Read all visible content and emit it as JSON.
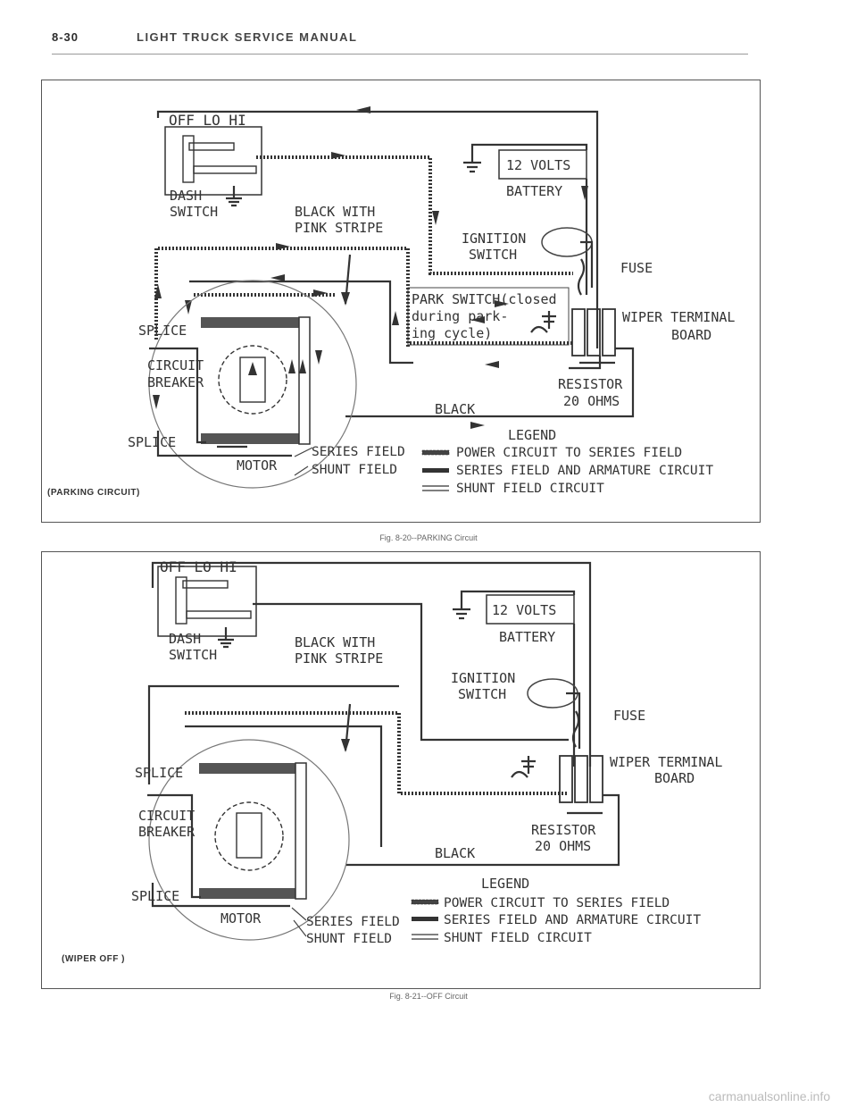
{
  "header": {
    "page_number": "8-30",
    "title": "LIGHT TRUCK SERVICE MANUAL"
  },
  "figures": [
    {
      "mode_label": "(PARKING CIRCUIT)",
      "caption": "Fig. 8-20--PARKING Circuit",
      "switch_positions": "OFF  LO  HI",
      "dash_switch": [
        "DASH",
        "SWITCH"
      ],
      "wire_color": [
        "BLACK WITH",
        "PINK STRIPE"
      ],
      "battery_voltage": "12 VOLTS",
      "battery": "BATTERY",
      "ignition_switch": [
        "IGNITION",
        "SWITCH"
      ],
      "fuse": "FUSE",
      "park_switch": [
        "PARK SWITCH(closed",
        "during park-",
        "ing cycle)"
      ],
      "wiper_terminal_board": [
        "WIPER TERMINAL",
        "BOARD"
      ],
      "splice_top": "SPLICE",
      "circuit_breaker": [
        "CIRCUIT",
        "BREAKER"
      ],
      "resistor": [
        "RESISTOR",
        "20 OHMS"
      ],
      "black": "BLACK",
      "splice_bottom": "SPLICE",
      "motor": "MOTOR",
      "series_field": "SERIES FIELD",
      "shunt_field": "SHUNT FIELD",
      "legend_title": "LEGEND",
      "legend_items": [
        "POWER CIRCUIT TO SERIES FIELD",
        "SERIES FIELD AND ARMATURE CIRCUIT",
        "SHUNT FIELD CIRCUIT"
      ]
    },
    {
      "mode_label": "(WIPER OFF )",
      "caption": "Fig. 8-21--OFF Circuit",
      "switch_positions": "OFF  LO  HI",
      "dash_switch": [
        "DASH",
        "SWITCH"
      ],
      "wire_color": [
        "BLACK WITH",
        "PINK STRIPE"
      ],
      "battery_voltage": "12 VOLTS",
      "battery": "BATTERY",
      "ignition_switch": [
        "IGNITION",
        "SWITCH"
      ],
      "fuse": "FUSE",
      "wiper_terminal_board": [
        "WIPER TERMINAL",
        "BOARD"
      ],
      "splice_top": "SPLICE",
      "circuit_breaker": [
        "CIRCUIT",
        "BREAKER"
      ],
      "resistor": [
        "RESISTOR",
        "20 OHMS"
      ],
      "black": "BLACK",
      "splice_bottom": "SPLICE",
      "motor": "MOTOR",
      "series_field": "SERIES FIELD",
      "shunt_field": "SHUNT FIELD",
      "legend_title": "LEGEND",
      "legend_items": [
        "POWER CIRCUIT TO SERIES FIELD",
        "SERIES FIELD AND ARMATURE CIRCUIT",
        "SHUNT FIELD CIRCUIT"
      ]
    }
  ],
  "footer": {
    "watermark": "carmanualsonline.info"
  }
}
